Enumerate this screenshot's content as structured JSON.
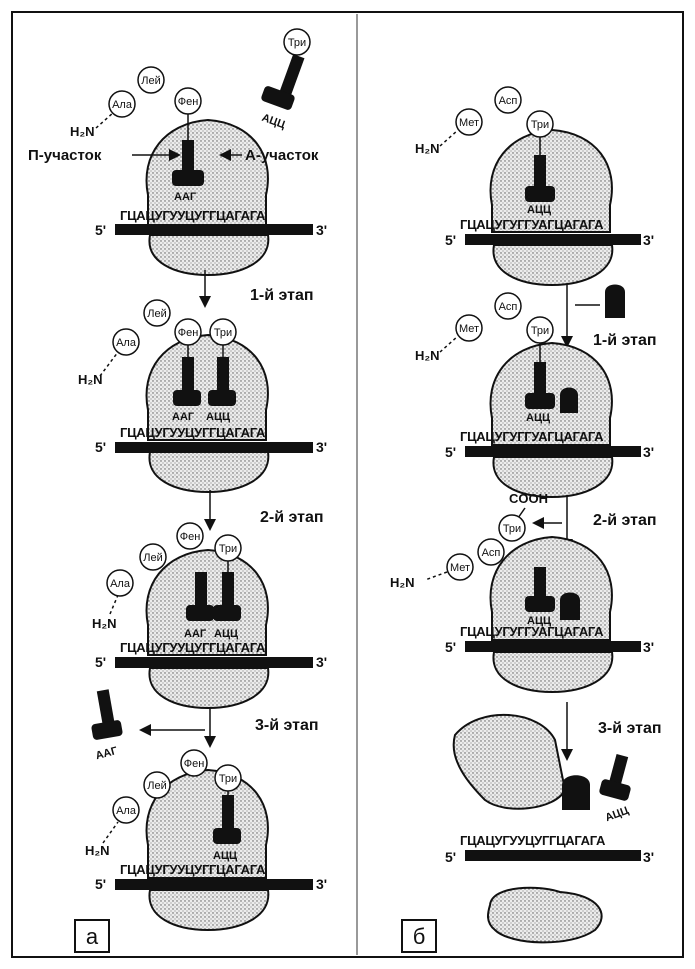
{
  "colors": {
    "ink": "#111111",
    "paper": "#ffffff",
    "ribosome": "#e6e6e6"
  },
  "amino_acids": {
    "ala": "Ала",
    "lei": "Лей",
    "fen": "Фен",
    "tri": "Три",
    "met": "Мет",
    "asp": "Асп"
  },
  "anticodons": {
    "aag": "ААГ",
    "atsc": "АЦЦ"
  },
  "amine": "H₂N",
  "cooh": "COOH",
  "site_p": "П-участок",
  "site_a": "А-участок",
  "five_prime": "5'",
  "three_prime": "3'",
  "mrna_a": "ГЦАЦУГУУЦУГГЦАГАГА",
  "mrna_b": "ГЦАЦУГУГГУАГЦАГАГА",
  "mrna_b_final": "ГЦАЦУГУУЦУГГЦАГАГА",
  "steps": {
    "s1": "1-й этап",
    "s2": "2-й этап",
    "s3": "3-й этап"
  },
  "panels": {
    "a": "а",
    "b": "б"
  }
}
